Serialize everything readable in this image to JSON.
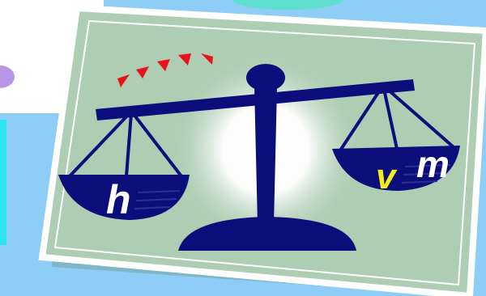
{
  "scale": {
    "left_pan_label": "h",
    "right_pan_labels": [
      "v",
      "m"
    ]
  },
  "colors": {
    "background": "#8ecdf6",
    "card": "#aecdb2",
    "card_border": "#ffffff",
    "scale": "#0b0e7a",
    "arrows": "#e8141a",
    "glow": "#ffffff",
    "label_v": "#f4ec1a",
    "label_h_m": "#ffffff"
  },
  "icons": [
    "balance-scale-icon",
    "arrow-marker-icon"
  ]
}
